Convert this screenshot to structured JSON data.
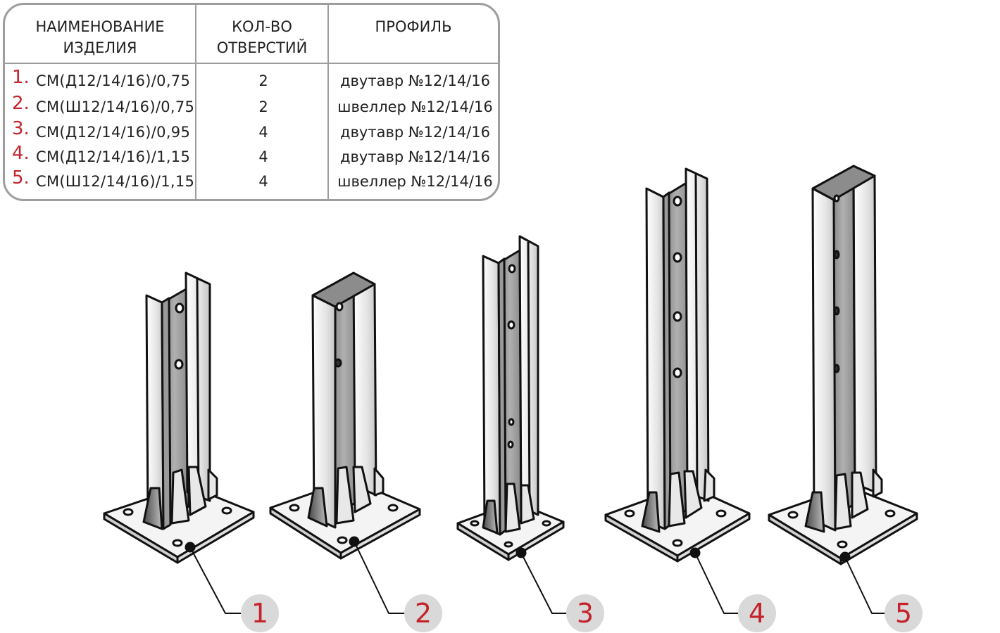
{
  "table": {
    "headers": {
      "name": [
        "НАИМЕНОВАНИЕ",
        "ИЗДЕЛИЯ"
      ],
      "holes": [
        "КОЛ-ВО",
        "ОТВЕРСТИЙ"
      ],
      "profile": [
        "ПРОФИЛЬ"
      ]
    },
    "rows": [
      {
        "num": "1.",
        "name": "СМ(Д12/14/16)/0,75",
        "holes": "2",
        "profile": "двутавр №12/14/16"
      },
      {
        "num": "2.",
        "name": "СМ(Ш12/14/16)/0,75",
        "holes": "2",
        "profile": "швеллер №12/14/16"
      },
      {
        "num": "3.",
        "name": "СМ(Д12/14/16)/0,95",
        "holes": "4",
        "profile": "двутавр №12/14/16"
      },
      {
        "num": "4.",
        "name": "СМ(Д12/14/16)/1,15",
        "holes": "4",
        "profile": "двутавр №12/14/16"
      },
      {
        "num": "5.",
        "name": "СМ(Ш12/14/16)/1,15",
        "holes": "4",
        "profile": "швеллер №12/14/16"
      }
    ]
  },
  "callouts": [
    "1",
    "2",
    "3",
    "4",
    "5"
  ],
  "colors": {
    "accent": "#c4232b",
    "border": "#9d9d9d",
    "steel_dark": "#8f8f8f",
    "steel_light": "#f2f2f2",
    "callout_bg": "#d9d9d9"
  }
}
